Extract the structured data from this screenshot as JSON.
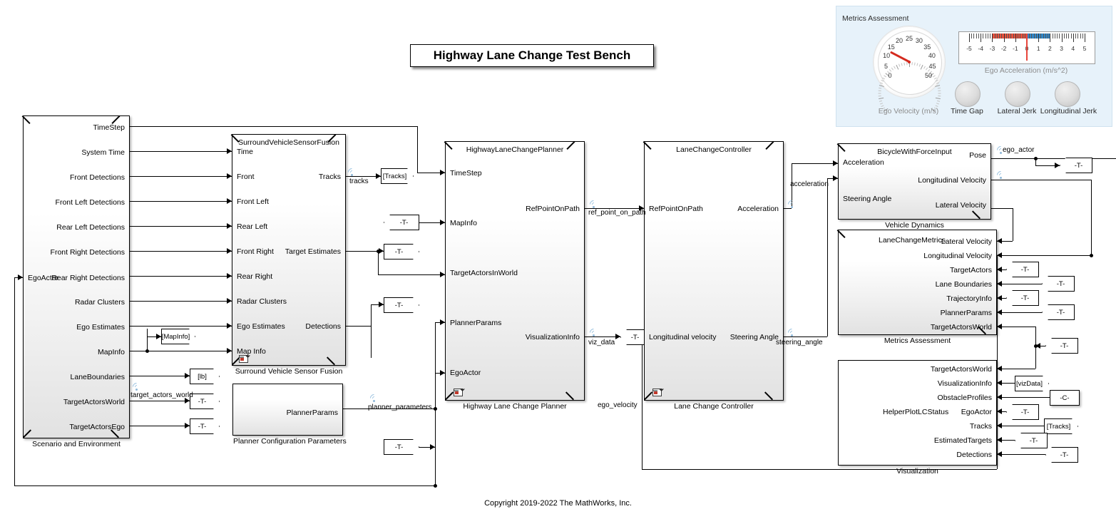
{
  "title": "Highway Lane Change Test Bench",
  "copyright": "Copyright 2019-2022 The MathWorks, Inc.",
  "blocks": {
    "scenario": {
      "caption": "Scenario and Environment",
      "inports": [
        "EgoActor"
      ],
      "outports": [
        "TimeStep",
        "System Time",
        "Front Detections",
        "Front Left Detections",
        "Rear Left Detections",
        "Front Right Detections",
        "Rear Right Detections",
        "Radar Clusters",
        "Ego Estimates",
        "MapInfo",
        "LaneBoundaries",
        "TargetActorsWorld",
        "TargetActorsEgo"
      ]
    },
    "fusion": {
      "header": "SurroundVehicleSensorFusion",
      "caption": "Surround Vehicle Sensor Fusion",
      "inports": [
        "Time",
        "Front",
        "Front Left",
        "Rear Left",
        "Front Right",
        "Rear Right",
        "Radar Clusters",
        "Ego Estimates",
        "Map Info"
      ],
      "outports": [
        "Tracks",
        "Target Estimates",
        "Detections"
      ]
    },
    "planner_config": {
      "caption": "Planner Configuration Parameters",
      "outports": [
        "PlannerParams"
      ]
    },
    "planner": {
      "header": "HighwayLaneChangePlanner",
      "caption": "Highway Lane Change Planner",
      "inports": [
        "TimeStep",
        "MapInfo",
        "TargetActorsInWorld",
        "PlannerParams",
        "EgoActor"
      ],
      "outports": [
        "RefPointOnPath",
        "VisualizationInfo"
      ]
    },
    "controller": {
      "header": "LaneChangeController",
      "caption": "Lane Change Controller",
      "inports": [
        "RefPointOnPath",
        "Longitudinal velocity"
      ],
      "outports": [
        "Acceleration",
        "Steering Angle"
      ]
    },
    "vehicle": {
      "header": "BicycleWithForceInput",
      "caption": "Vehicle Dynamics",
      "inports": [
        "Acceleration",
        "Steering Angle"
      ],
      "outports": [
        "Pose",
        "Longitudinal Velocity",
        "Lateral Velocity"
      ]
    },
    "metrics": {
      "header": "LaneChangeMetrics",
      "caption": "Metrics Assessment",
      "inports": [
        "Lateral Velocity",
        "Longitudinal Velocity",
        "TargetActors",
        "Lane Boundaries",
        "TrajectoryInfo",
        "PlannerParams",
        "TargetActorsWorld"
      ]
    },
    "visualization": {
      "header": "HelperPlotLCStatus",
      "caption": "Visualization",
      "inports": [
        "TargetActorsWorld",
        "VisualizationInfo",
        "ObstacleProfiles",
        "EgoActor",
        "Tracks",
        "EstimatedTargets",
        "Detections"
      ]
    }
  },
  "signal_labels": {
    "tracks": "tracks",
    "target_actors_world": "target_actors_world",
    "planner_parameters": "planner_parameters",
    "ref_point_on_path": "ref_point_on_path",
    "viz_data": "viz_data",
    "ego_velocity": "ego_velocity",
    "acceleration": "acceleration",
    "steering_angle": "steering_angle",
    "ego_actor": "ego_actor"
  },
  "tags": {
    "mapinfo": "[MapInfo]",
    "tracks": "[Tracks]",
    "lb": "[lb]",
    "t": "-T-",
    "c": "-C-",
    "vizdata": "[vizData]"
  },
  "dashboard": {
    "title": "Metrics Assessment",
    "gauge": {
      "label": "Ego Velocity (m/s)",
      "ticks": [
        "0",
        "5",
        "10",
        "15",
        "20",
        "25",
        "30",
        "35",
        "40",
        "45",
        "50"
      ],
      "min": 0,
      "max": 50,
      "value": 12.5,
      "needle_color": "#d42b1f"
    },
    "accel": {
      "label": "Ego Acceleration (m/s^2)",
      "ticks": [
        "-5",
        "-4",
        "-3",
        "-2",
        "-1",
        "0",
        "1",
        "2",
        "3",
        "4",
        "5"
      ],
      "min": -5,
      "max": 5,
      "value": 0,
      "bands": [
        {
          "from": -3,
          "to": 0,
          "color": "#e8503c"
        },
        {
          "from": 0,
          "to": 2,
          "color": "#2f86c9"
        }
      ],
      "needle_color": "#e8453c"
    },
    "lamps": [
      {
        "label": "Time Gap"
      },
      {
        "label": "Lateral Jerk"
      },
      {
        "label": "Longitudinal Jerk"
      }
    ],
    "panel_color": "#e7f2fa"
  }
}
